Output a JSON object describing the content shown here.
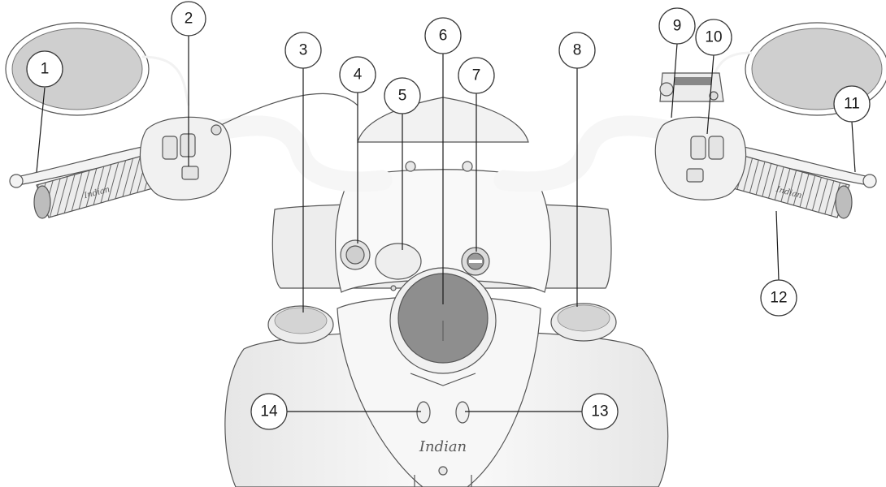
{
  "diagram": {
    "brand_logo_text": "Indian",
    "colors": {
      "body": "#f4f4f4",
      "body_shade": "#e3e3e3",
      "outline": "#555555",
      "mirror_glass": "#cfcfcf",
      "display": "#8e8e8e",
      "callout_stroke": "#3a3a3a"
    },
    "callouts": [
      {
        "id": "1",
        "label": "1"
      },
      {
        "id": "2",
        "label": "2"
      },
      {
        "id": "3",
        "label": "3"
      },
      {
        "id": "4",
        "label": "4"
      },
      {
        "id": "5",
        "label": "5"
      },
      {
        "id": "6",
        "label": "6"
      },
      {
        "id": "7",
        "label": "7"
      },
      {
        "id": "8",
        "label": "8"
      },
      {
        "id": "9",
        "label": "9"
      },
      {
        "id": "10",
        "label": "10"
      },
      {
        "id": "11",
        "label": "11"
      },
      {
        "id": "12",
        "label": "12"
      },
      {
        "id": "13",
        "label": "13"
      },
      {
        "id": "14",
        "label": "14"
      }
    ]
  }
}
